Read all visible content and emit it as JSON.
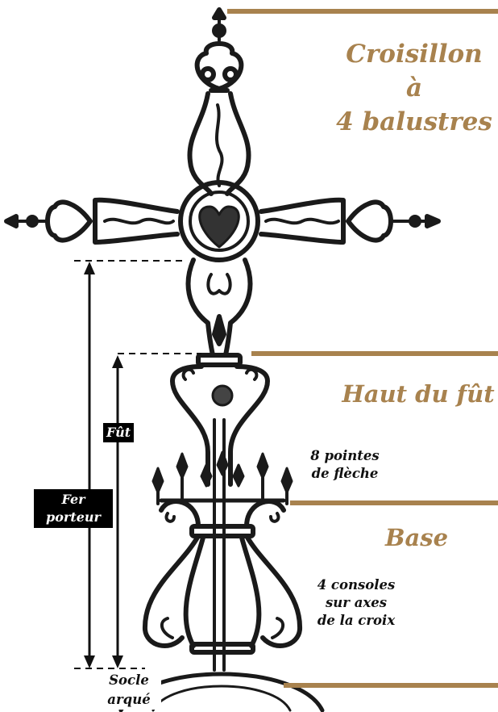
{
  "sections": {
    "croisillon": [
      "Croisillon",
      "à",
      "4 balustres"
    ],
    "haut_du_fut": "Haut du fût",
    "base": "Base"
  },
  "annotations": {
    "pointes": [
      "8 pointes",
      "de flèche"
    ],
    "consoles": [
      "4 consoles",
      "sur axes",
      "de la croix"
    ],
    "socle": [
      "Socle",
      "arqué"
    ]
  },
  "dimension_labels": {
    "fut": "Fût",
    "fer_porteur": [
      "Fer",
      "porteur"
    ]
  },
  "colors": {
    "accent": "#a8824e",
    "ink": "#111111",
    "label_bg": "#000000"
  }
}
